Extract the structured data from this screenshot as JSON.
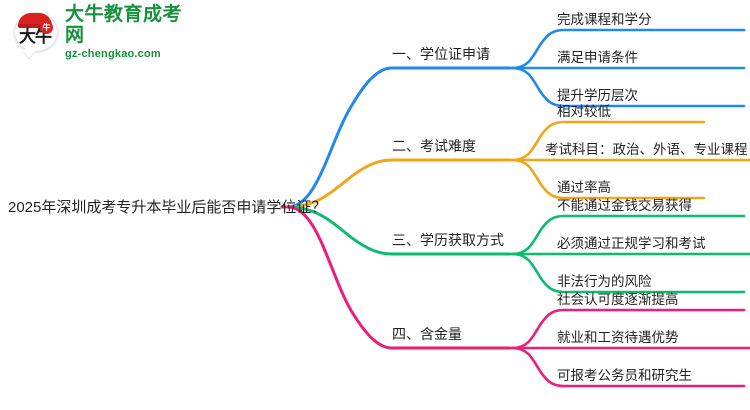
{
  "logo": {
    "mark_char": "大牛",
    "badge_char": "牛",
    "title": "大牛教育成考网",
    "subtitle": "gz-chengkao.com",
    "brand_green": "#16913c",
    "brand_red": "#d8221f"
  },
  "mindmap": {
    "root": "2025年深圳成考专升本毕业后能否申请学位证？",
    "branches": [
      {
        "label": "一、学位证申请",
        "color": "#2089ef",
        "children": [
          "完成课程和学分",
          "满足申请条件",
          "提升学历层次"
        ]
      },
      {
        "label": "二、考试难度",
        "color": "#efa617",
        "children": [
          "相对较低",
          "考试科目：政治、外语、专业课程",
          "通过率高"
        ]
      },
      {
        "label": "三、学历获取方式",
        "color": "#0cbc6e",
        "children": [
          "不能通过金钱交易获得",
          "必须通过正规学习和考试",
          "非法行为的风险"
        ]
      },
      {
        "label": "四、含金量",
        "color": "#ec1e79",
        "children": [
          "社会认可度逐渐提高",
          "就业和工资待遇优势",
          "可报考公务员和研究生"
        ]
      }
    ]
  }
}
